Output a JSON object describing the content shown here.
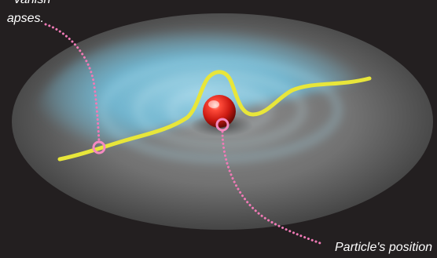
{
  "callouts": {
    "collapse_line_1": "vanish",
    "collapse_line_2": "apses.",
    "particle_position": "Particle's position"
  },
  "colors": {
    "background": "#231f20",
    "cloud": "#7ec8e3",
    "wave": "#e8e63a",
    "particle": "#e52222",
    "marker": "#f58ac0",
    "leader": "#f07ab6"
  }
}
